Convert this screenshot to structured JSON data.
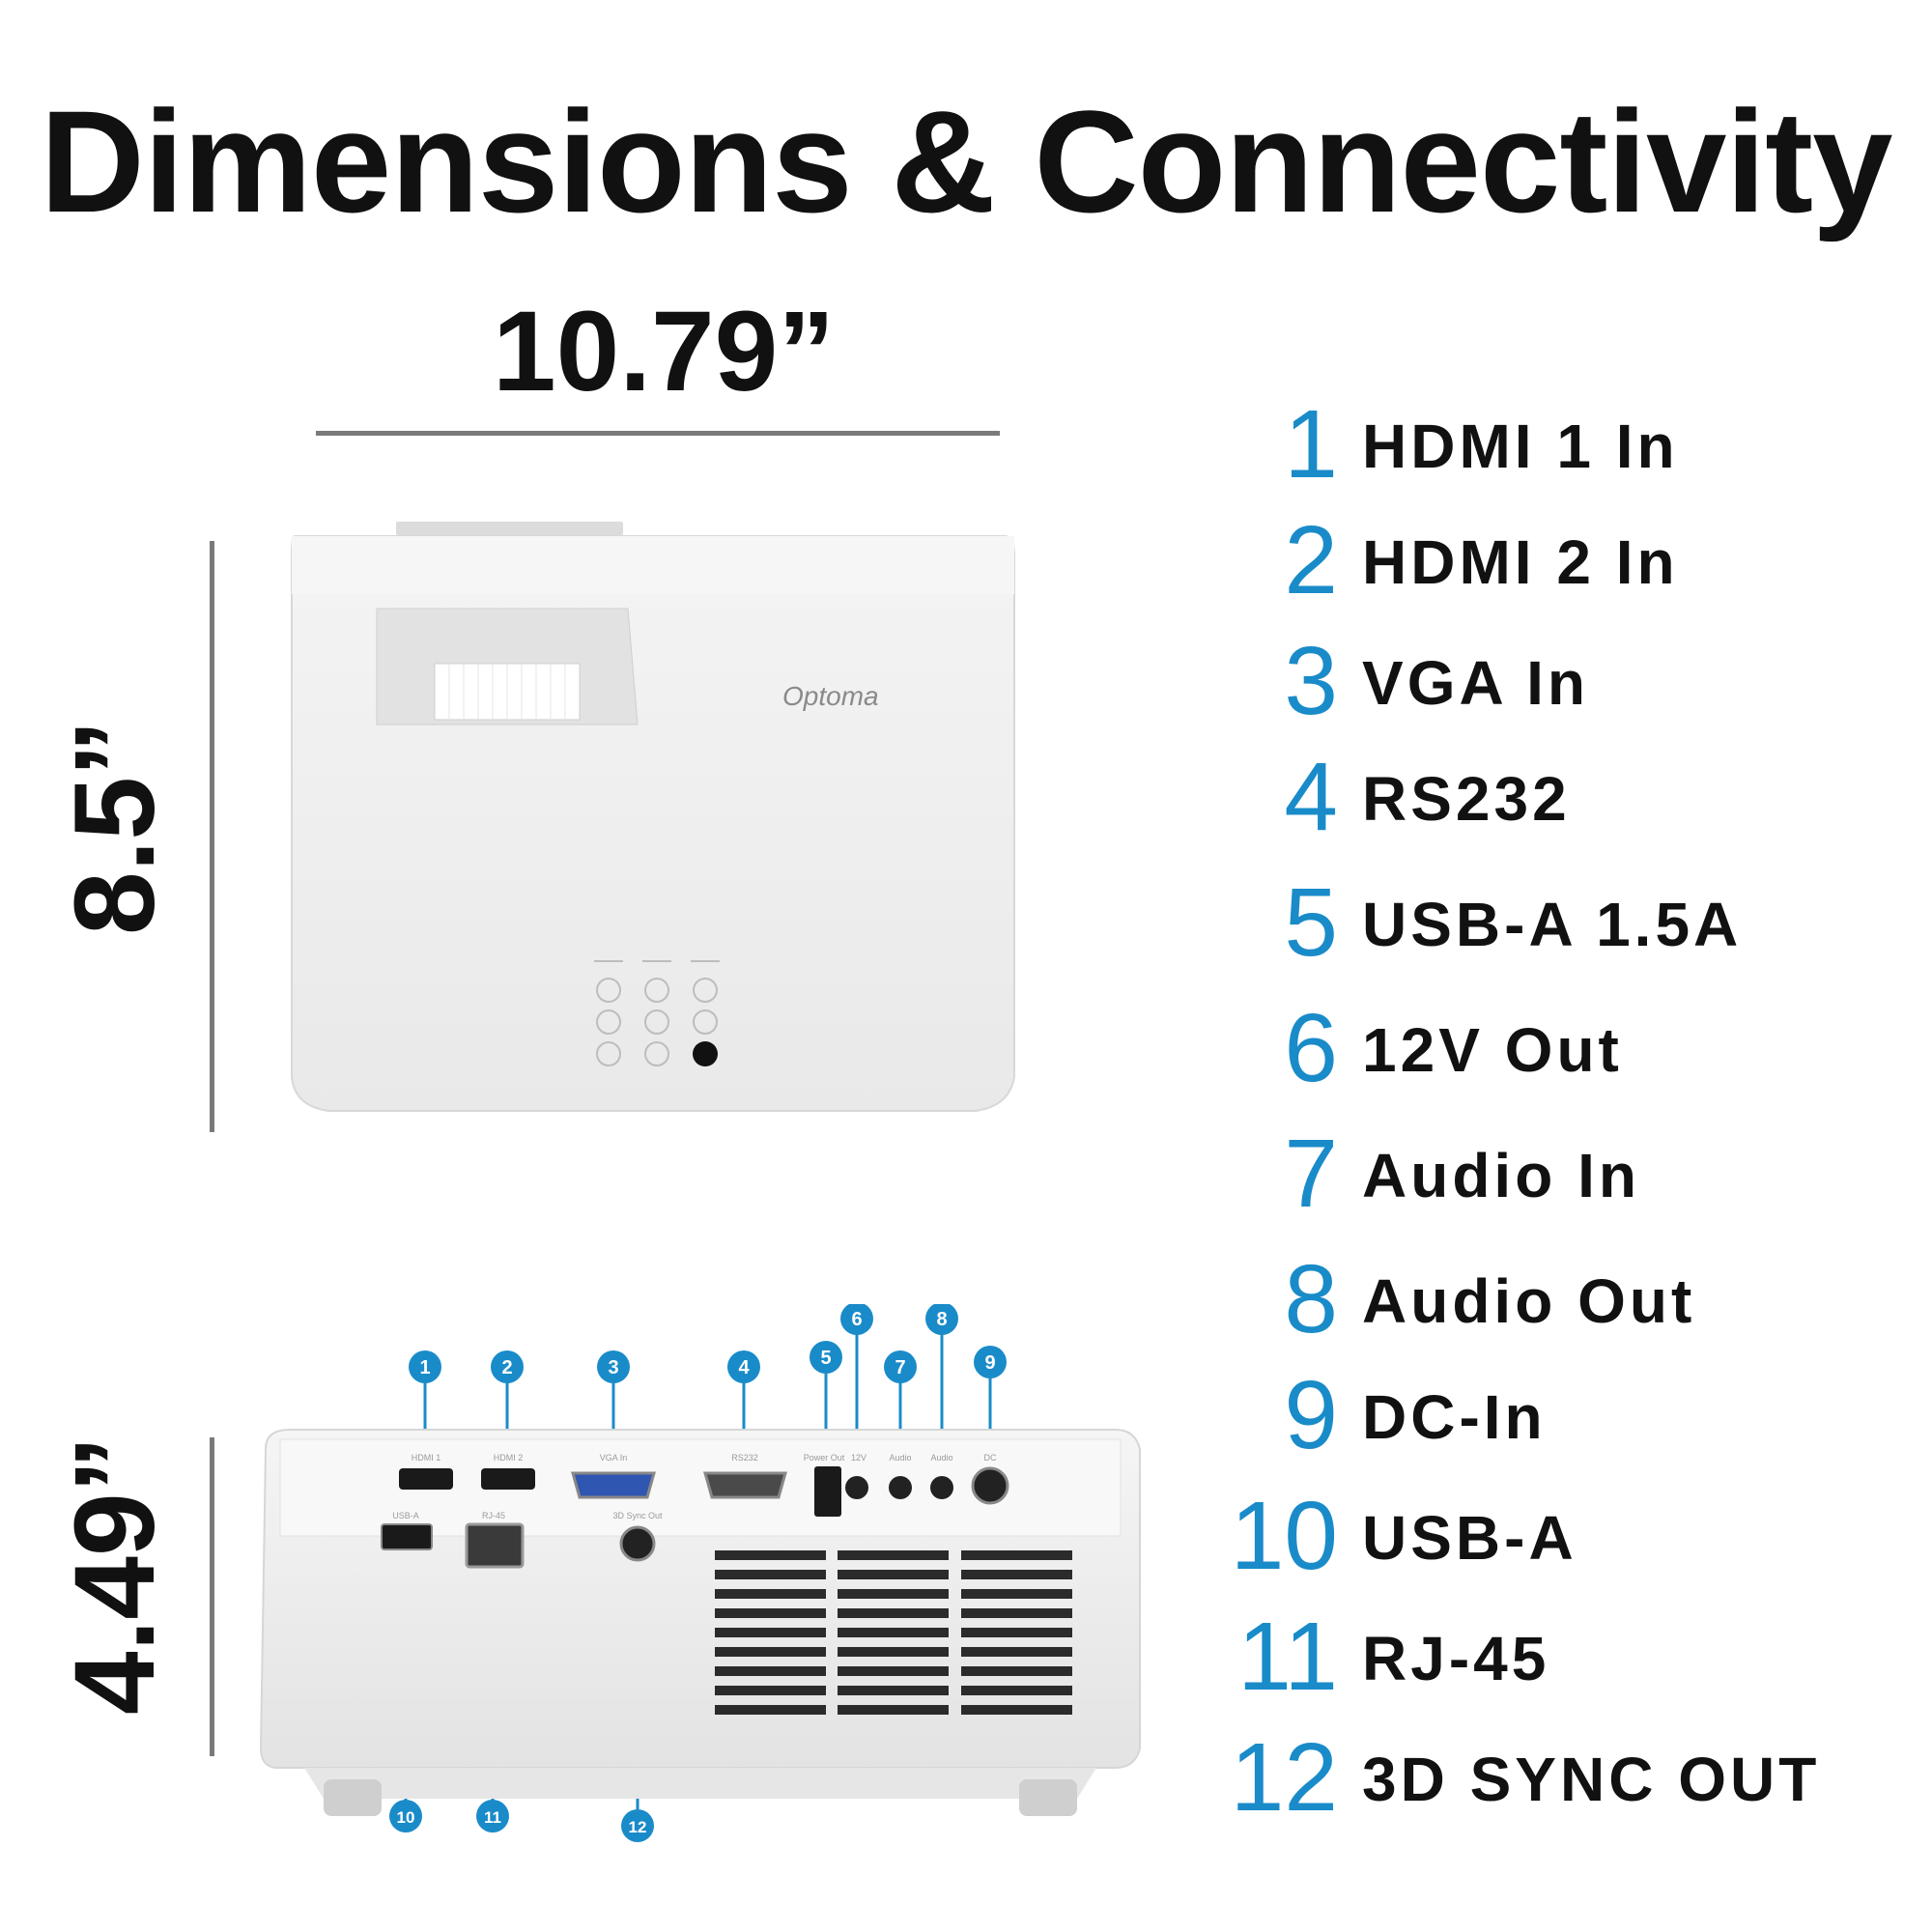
{
  "title": "Dimensions & Connectivity",
  "dimensions": {
    "width": "10.79”",
    "depth": "8.5”",
    "height": "4.49”"
  },
  "brand": "Optoma",
  "legend": [
    {
      "num": "1",
      "label": "HDMI 1 In"
    },
    {
      "num": "2",
      "label": "HDMI 2 In"
    },
    {
      "num": "3",
      "label": "VGA In"
    },
    {
      "num": "4",
      "label": "RS232"
    },
    {
      "num": "5",
      "label": "USB-A 1.5A"
    },
    {
      "num": "6",
      "label": "12V Out"
    },
    {
      "num": "7",
      "label": "Audio In"
    },
    {
      "num": "8",
      "label": "Audio Out"
    },
    {
      "num": "9",
      "label": "DC-In"
    },
    {
      "num": "10",
      "label": "USB-A"
    },
    {
      "num": "11",
      "label": "RJ-45"
    },
    {
      "num": "12",
      "label": "3D SYNC OUT"
    }
  ],
  "port_labels": {
    "hdmi1": "HDMI 1",
    "hdmi2": "HDMI 2",
    "vga": "VGA In",
    "rs232": "RS232",
    "power_out": "Power Out",
    "v12": "12V",
    "audio_in": "Audio",
    "audio_out": "Audio",
    "dc": "DC",
    "usba": "USB-A",
    "rj45": "RJ-45",
    "sync": "3D Sync Out"
  },
  "colors": {
    "accent": "#1a8bc9",
    "text": "#111111",
    "rule": "#7a7a7a"
  }
}
